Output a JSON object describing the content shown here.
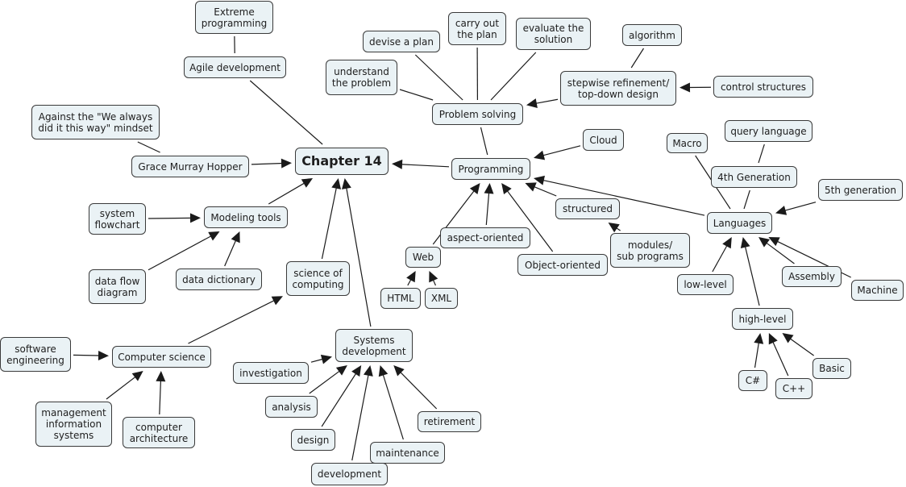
{
  "map": {
    "title": "Chapter 14",
    "line_color": "#1a1a1a",
    "node_fill": "#eaf2f5",
    "nodes": [
      {
        "id": "chapter14",
        "label": "Chapter 14",
        "root": true
      },
      {
        "id": "extreme",
        "label": "Extreme\nprogramming"
      },
      {
        "id": "agile",
        "label": "Agile development"
      },
      {
        "id": "against",
        "label": "Against the \"We always\ndid it this way\" mindset"
      },
      {
        "id": "hopper",
        "label": "Grace Murray Hopper"
      },
      {
        "id": "sysflow",
        "label": "system\nflowchart"
      },
      {
        "id": "modeling",
        "label": "Modeling tools"
      },
      {
        "id": "dataflow",
        "label": "data flow\ndiagram"
      },
      {
        "id": "datadict",
        "label": "data dictionary"
      },
      {
        "id": "science",
        "label": "science of\ncomputing"
      },
      {
        "id": "softeng",
        "label": "software\nengineering"
      },
      {
        "id": "compsci",
        "label": "Computer science"
      },
      {
        "id": "mis",
        "label": "management\ninformation\nsystems"
      },
      {
        "id": "comparch",
        "label": "computer\narchitecture"
      },
      {
        "id": "sysdev",
        "label": "Systems\ndevelopment"
      },
      {
        "id": "investigation",
        "label": "investigation"
      },
      {
        "id": "analysis",
        "label": "analysis"
      },
      {
        "id": "design",
        "label": "design"
      },
      {
        "id": "development",
        "label": "development"
      },
      {
        "id": "maintenance",
        "label": "maintenance"
      },
      {
        "id": "retirement",
        "label": "retirement"
      },
      {
        "id": "understand",
        "label": "understand\nthe problem"
      },
      {
        "id": "devise",
        "label": "devise a plan"
      },
      {
        "id": "carryout",
        "label": "carry out\nthe plan"
      },
      {
        "id": "evaluate",
        "label": "evaluate the\nsolution"
      },
      {
        "id": "problem",
        "label": "Problem solving"
      },
      {
        "id": "algorithm",
        "label": "algorithm"
      },
      {
        "id": "stepwise",
        "label": "stepwise refinement/\ntop-down design"
      },
      {
        "id": "control",
        "label": "control structures"
      },
      {
        "id": "programming",
        "label": "Programming"
      },
      {
        "id": "cloud",
        "label": "Cloud"
      },
      {
        "id": "structured",
        "label": "structured"
      },
      {
        "id": "modules",
        "label": "modules/\nsub programs"
      },
      {
        "id": "aspect",
        "label": "aspect-oriented"
      },
      {
        "id": "object",
        "label": "Object-oriented"
      },
      {
        "id": "web",
        "label": "Web"
      },
      {
        "id": "html",
        "label": "HTML"
      },
      {
        "id": "xml",
        "label": "XML"
      },
      {
        "id": "macro",
        "label": "Macro"
      },
      {
        "id": "query",
        "label": "query language"
      },
      {
        "id": "gen4",
        "label": "4th Generation"
      },
      {
        "id": "gen5",
        "label": "5th generation"
      },
      {
        "id": "languages",
        "label": "Languages"
      },
      {
        "id": "lowlevel",
        "label": "low-level"
      },
      {
        "id": "assembly",
        "label": "Assembly"
      },
      {
        "id": "machine",
        "label": "Machine"
      },
      {
        "id": "highlevel",
        "label": "high-level"
      },
      {
        "id": "basic",
        "label": "Basic"
      },
      {
        "id": "csharp",
        "label": "C#"
      },
      {
        "id": "cpp",
        "label": "C++"
      }
    ],
    "edges": [
      {
        "from": "extreme",
        "to": "agile",
        "arrow": false
      },
      {
        "from": "agile",
        "to": "chapter14",
        "arrow": false
      },
      {
        "from": "against",
        "to": "hopper",
        "arrow": false
      },
      {
        "from": "hopper",
        "to": "chapter14",
        "arrow": true
      },
      {
        "from": "modeling",
        "to": "chapter14",
        "arrow": true
      },
      {
        "from": "sysflow",
        "to": "modeling",
        "arrow": true
      },
      {
        "from": "dataflow",
        "to": "modeling",
        "arrow": true
      },
      {
        "from": "datadict",
        "to": "modeling",
        "arrow": true
      },
      {
        "from": "science",
        "to": "chapter14",
        "arrow": true
      },
      {
        "from": "compsci",
        "to": "science",
        "arrow": true
      },
      {
        "from": "softeng",
        "to": "compsci",
        "arrow": true
      },
      {
        "from": "mis",
        "to": "compsci",
        "arrow": true
      },
      {
        "from": "comparch",
        "to": "compsci",
        "arrow": true
      },
      {
        "from": "sysdev",
        "to": "chapter14",
        "arrow": true
      },
      {
        "from": "investigation",
        "to": "sysdev",
        "arrow": true
      },
      {
        "from": "analysis",
        "to": "sysdev",
        "arrow": true
      },
      {
        "from": "design",
        "to": "sysdev",
        "arrow": true
      },
      {
        "from": "development",
        "to": "sysdev",
        "arrow": true
      },
      {
        "from": "maintenance",
        "to": "sysdev",
        "arrow": true
      },
      {
        "from": "retirement",
        "to": "sysdev",
        "arrow": true
      },
      {
        "from": "programming",
        "to": "chapter14",
        "arrow": true
      },
      {
        "from": "understand",
        "to": "problem",
        "arrow": false
      },
      {
        "from": "devise",
        "to": "problem",
        "arrow": false
      },
      {
        "from": "carryout",
        "to": "problem",
        "arrow": false
      },
      {
        "from": "evaluate",
        "to": "problem",
        "arrow": false
      },
      {
        "from": "stepwise",
        "to": "problem",
        "arrow": true
      },
      {
        "from": "algorithm",
        "to": "stepwise",
        "arrow": false
      },
      {
        "from": "control",
        "to": "stepwise",
        "arrow": true
      },
      {
        "from": "problem",
        "to": "programming",
        "arrow": false
      },
      {
        "from": "cloud",
        "to": "programming",
        "arrow": true
      },
      {
        "from": "web",
        "to": "programming",
        "arrow": true
      },
      {
        "from": "aspect",
        "to": "programming",
        "arrow": true
      },
      {
        "from": "object",
        "to": "programming",
        "arrow": true
      },
      {
        "from": "structured",
        "to": "programming",
        "arrow": true
      },
      {
        "from": "languages",
        "to": "programming",
        "arrow": true
      },
      {
        "from": "modules",
        "to": "structured",
        "arrow": true
      },
      {
        "from": "html",
        "to": "web",
        "arrow": true
      },
      {
        "from": "xml",
        "to": "web",
        "arrow": true
      },
      {
        "from": "macro",
        "to": "languages",
        "arrow": false
      },
      {
        "from": "query",
        "to": "gen4",
        "arrow": false
      },
      {
        "from": "gen4",
        "to": "languages",
        "arrow": false
      },
      {
        "from": "gen5",
        "to": "languages",
        "arrow": true
      },
      {
        "from": "lowlevel",
        "to": "languages",
        "arrow": true
      },
      {
        "from": "highlevel",
        "to": "languages",
        "arrow": true
      },
      {
        "from": "assembly",
        "to": "languages",
        "arrow": true
      },
      {
        "from": "machine",
        "to": "languages",
        "arrow": true
      },
      {
        "from": "csharp",
        "to": "highlevel",
        "arrow": true
      },
      {
        "from": "cpp",
        "to": "highlevel",
        "arrow": true
      },
      {
        "from": "basic",
        "to": "highlevel",
        "arrow": true
      }
    ]
  }
}
